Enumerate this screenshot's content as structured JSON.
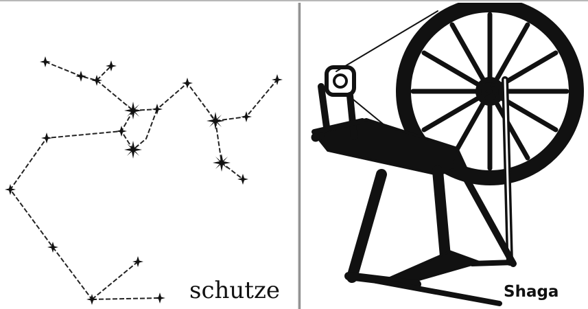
{
  "left_panel": {
    "caption": "schutze",
    "graphic": "constellation-diagram"
  },
  "right_panel": {
    "caption": "Shaga",
    "graphic": "spinning-wheel-illustration"
  },
  "colors": {
    "ink": "#111111",
    "background": "#ffffff",
    "divider": "#9a9a9a"
  }
}
